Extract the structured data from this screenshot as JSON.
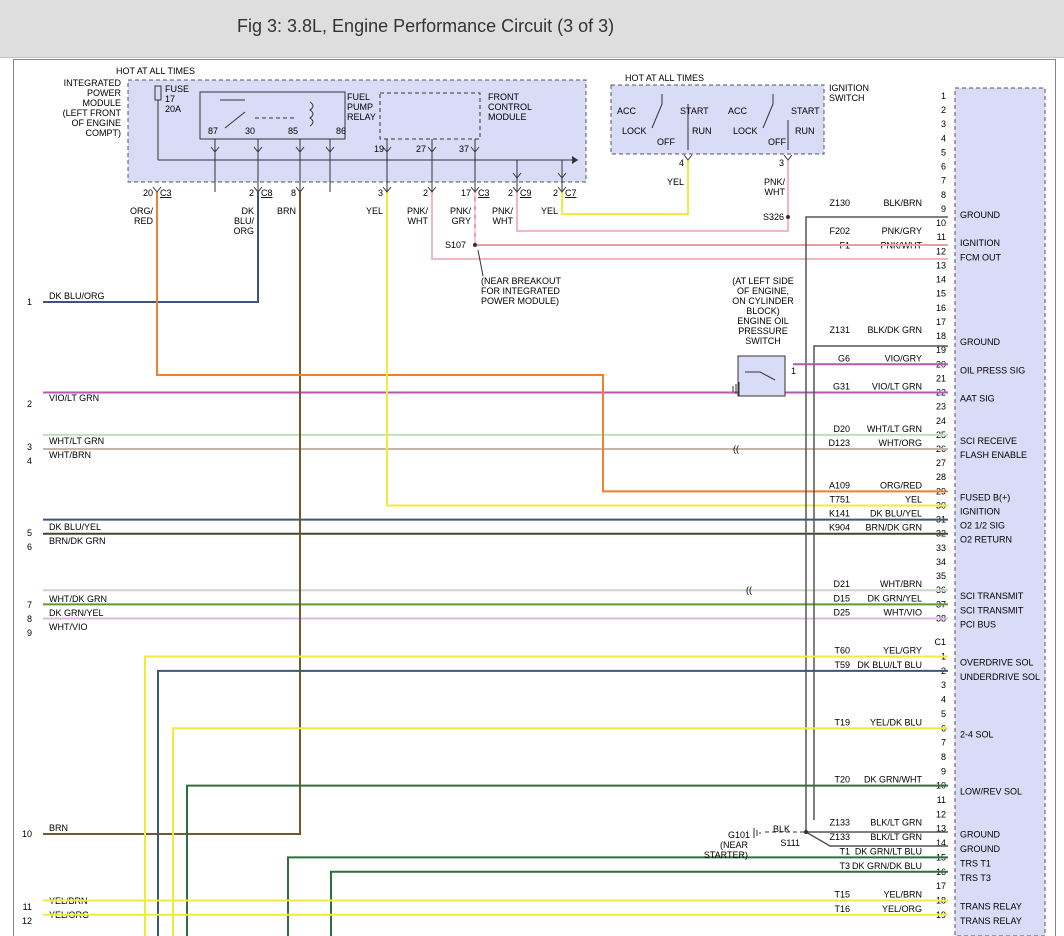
{
  "header": {
    "title": "Fig 3: 3.8L, Engine Performance Circuit (3 of 3)"
  },
  "ipm": {
    "hot_label": "HOT AT ALL TIMES",
    "module_label": [
      "INTEGRATED",
      "POWER",
      "MODULE",
      "(LEFT FRONT",
      "OF ENGINE",
      "COMPT)"
    ],
    "fuse_label": [
      "FUSE",
      "17",
      "20A"
    ],
    "relay_label": [
      "FUEL",
      "PUMP",
      "RELAY"
    ],
    "relay_pins": [
      "87",
      "30",
      "85",
      "86"
    ],
    "fcm_label": [
      "FRONT",
      "CONTROL",
      "MODULE"
    ],
    "fcm_pins": [
      "19",
      "27",
      "37"
    ]
  },
  "ignition_switch": {
    "hot_label": "HOT AT ALL TIMES",
    "label": [
      "IGNITION",
      "SWITCH"
    ],
    "left": [
      "ACC",
      "LOCK",
      "OFF",
      "START",
      "RUN"
    ],
    "right": [
      "ACC",
      "LOCK",
      "OFF",
      "START",
      "RUN"
    ],
    "pins": [
      "4",
      "3"
    ],
    "wires": [
      [
        "YEL"
      ],
      [
        "PNK/",
        "WHT"
      ]
    ]
  },
  "connectors": [
    {
      "pin": "20",
      "conn": "C3"
    },
    {
      "pin": "2",
      "conn": "C8"
    },
    {
      "pin": "8",
      "conn": ""
    },
    {
      "pin": "3",
      "conn": ""
    },
    {
      "pin": "2",
      "conn": ""
    },
    {
      "pin": "17",
      "conn": "C3"
    },
    {
      "pin": "2",
      "conn": "C9"
    },
    {
      "pin": "2",
      "conn": "C7"
    }
  ],
  "drop_wires": [
    [
      "ORG/",
      "RED"
    ],
    [
      "DK",
      "BLU/",
      "ORG"
    ],
    [
      "BRN"
    ],
    [
      "YEL"
    ],
    [
      "PNK/",
      "WHT"
    ],
    [
      "PNK/",
      "GRY"
    ],
    [
      "PNK/",
      "WHT"
    ],
    [
      "YEL"
    ]
  ],
  "splices": {
    "s107": "S107",
    "s107_note": [
      "(NEAR BREAKOUT",
      "FOR INTEGRATED",
      "POWER MODULE)"
    ],
    "s326": "S326",
    "s111": "S111",
    "g101": "G101",
    "g101_note": [
      "(NEAR",
      "STARTER)"
    ],
    "g101_wire": "BLK"
  },
  "oil_switch": {
    "note": [
      "(AT LEFT SIDE",
      "OF ENGINE,",
      "ON CYLINDER",
      "BLOCK)",
      "ENGINE OIL",
      "PRESSURE",
      "SWITCH"
    ],
    "pin": "1"
  },
  "left_wires": [
    {
      "num": "1",
      "color": "DK BLU/ORG"
    },
    {
      "num": "2",
      "color": "VIO/LT GRN"
    },
    {
      "num": "3",
      "color": "WHT/LT GRN"
    },
    {
      "num": "4",
      "color": "WHT/BRN"
    },
    {
      "num": "5",
      "color": "DK BLU/YEL"
    },
    {
      "num": "6",
      "color": "BRN/DK GRN"
    },
    {
      "num": "7",
      "color": "WHT/DK GRN"
    },
    {
      "num": "8",
      "color": "DK GRN/YEL"
    },
    {
      "num": "9",
      "color": "WHT/VIO"
    },
    {
      "num": "10",
      "color": "BRN"
    },
    {
      "num": "11",
      "color": "YEL/BRN"
    },
    {
      "num": "12",
      "color": "YEL/ORG"
    }
  ],
  "pcm_rows": [
    {
      "code": "Z130",
      "color": "BLK/BRN",
      "pin": "9",
      "label": "GROUND"
    },
    {
      "code": "F202",
      "color": "PNK/GRY",
      "pin": "11",
      "label": "IGNITION"
    },
    {
      "code": "F1",
      "color": "PNK/WHT",
      "pin": "12",
      "label": "FCM OUT"
    },
    {
      "code": "Z131",
      "color": "BLK/DK GRN",
      "pin": "18",
      "label": "GROUND"
    },
    {
      "code": "G6",
      "color": "VIO/GRY",
      "pin": "20",
      "label": "OIL PRESS SIG"
    },
    {
      "code": "G31",
      "color": "VIO/LT GRN",
      "pin": "22",
      "label": "AAT SIG"
    },
    {
      "code": "D20",
      "color": "WHT/LT GRN",
      "pin": "25",
      "label": "SCI RECEIVE"
    },
    {
      "code": "D123",
      "color": "WHT/ORG",
      "pin": "26",
      "label": "FLASH ENABLE"
    },
    {
      "code": "A109",
      "color": "ORG/RED",
      "pin": "29",
      "label": "FUSED B(+)"
    },
    {
      "code": "T751",
      "color": "YEL",
      "pin": "30",
      "label": "IGNITION"
    },
    {
      "code": "K141",
      "color": "DK BLU/YEL",
      "pin": "31",
      "label": "O2 1/2 SIG"
    },
    {
      "code": "K904",
      "color": "BRN/DK GRN",
      "pin": "32",
      "label": "O2 RETURN"
    },
    {
      "code": "D21",
      "color": "WHT/BRN",
      "pin": "36",
      "label": "SCI TRANSMIT"
    },
    {
      "code": "D15",
      "color": "DK GRN/YEL",
      "pin": "37",
      "label": "SCI TRANSMIT"
    },
    {
      "code": "D25",
      "color": "WHT/VIO",
      "pin": "38",
      "label": "PCI BUS"
    },
    {
      "code": "T60",
      "color": "YEL/GRY",
      "pin": "1",
      "label": "OVERDRIVE SOL"
    },
    {
      "code": "T59",
      "color": "DK BLU/LT BLU",
      "pin": "2",
      "label": "UNDERDRIVE SOL"
    },
    {
      "code": "T19",
      "color": "YEL/DK BLU",
      "pin": "6",
      "label": "2-4 SOL"
    },
    {
      "code": "T20",
      "color": "DK GRN/WHT",
      "pin": "10",
      "label": "LOW/REV SOL"
    },
    {
      "code": "Z133",
      "color": "BLK/LT GRN",
      "pin": "13",
      "label": "GROUND"
    },
    {
      "code": "Z133",
      "color": "BLK/LT GRN",
      "pin": "14",
      "label": "GROUND"
    },
    {
      "code": "T1",
      "color": "DK GRN/LT BLU",
      "pin": "15",
      "label": "TRS T1"
    },
    {
      "code": "T3",
      "color": "DK GRN/DK BLU",
      "pin": "16",
      "label": "TRS T3"
    },
    {
      "code": "T15",
      "color": "YEL/BRN",
      "pin": "18",
      "label": "TRANS RELAY"
    },
    {
      "code": "T16",
      "color": "YEL/ORG",
      "pin": "19",
      "label": "TRANS RELAY"
    }
  ],
  "c1_label": "C1",
  "pins_upper": [
    "1",
    "2",
    "3",
    "4",
    "5",
    "6",
    "7",
    "8",
    "9",
    "10",
    "11",
    "12",
    "13",
    "14",
    "15",
    "16",
    "17",
    "18",
    "19",
    "20",
    "21",
    "22",
    "23",
    "24",
    "25",
    "26",
    "27",
    "28",
    "29",
    "30",
    "31",
    "32",
    "33",
    "34",
    "35",
    "36",
    "37",
    "38"
  ],
  "pins_lower": [
    "1",
    "2",
    "3",
    "4",
    "5",
    "6",
    "7",
    "8",
    "9",
    "10",
    "11",
    "12",
    "13",
    "14",
    "15",
    "16",
    "17",
    "18",
    "19"
  ],
  "wire_colors": {
    "dk_blu": "#3d5577",
    "violet": "#b05ab5",
    "lt_grn": "#bfe0bf",
    "wht_brn": "#c6b6a8",
    "dk_grn": "#2f6f3c",
    "brn_dk_grn": "#3a4a2a",
    "wht_dkgrn": "#c6d8c6",
    "grn_yel": "#5f9a2f",
    "wht_vio": "#e0b8e6",
    "brn": "#6e5a2a",
    "yel": "#f2eb3a",
    "orange": "#ef7f30",
    "pink": "#ef9ba5",
    "pnk_wht": "#f2b8be",
    "blk": "#555555",
    "module_fill": "#d9dcf7"
  }
}
